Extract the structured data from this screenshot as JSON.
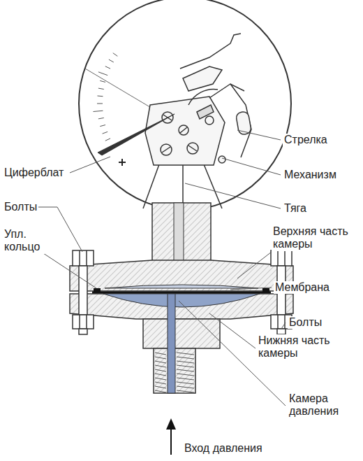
{
  "diagram": {
    "labels": [
      "Стрелка",
      "Циферблат",
      "Механизм",
      "Болты",
      "Тяга",
      "Упл. кольцо",
      "Верхняя часть камеры",
      "Мембрана",
      "Болты",
      "Нижняя часть камеры",
      "Камера давления",
      "Вход давления"
    ]
  }
}
